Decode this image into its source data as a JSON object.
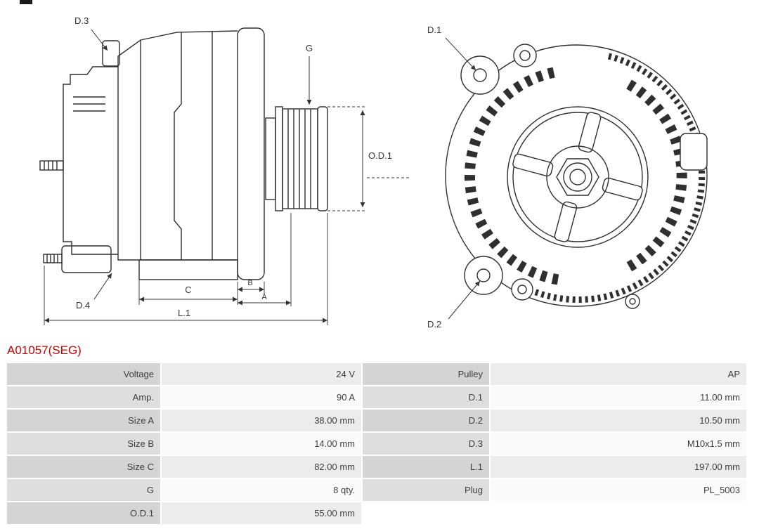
{
  "part_number": "A01057(SEG)",
  "colors": {
    "part_number_red": "#cc0000",
    "drawing_line": "#2f2f2f",
    "table_label_bg": "#d4d4d4",
    "table_value_bg_odd": "#ececec",
    "table_value_bg_even": "#fafafa"
  },
  "diagram": {
    "side_view_labels": {
      "d3": "D.3",
      "g": "G",
      "od1": "O.D.1",
      "d4": "D.4",
      "c": "C",
      "b": "B",
      "a": "A",
      "l1": "L.1"
    },
    "front_view_labels": {
      "d1": "D.1",
      "d2": "D.2"
    }
  },
  "table": {
    "rows": [
      {
        "l1": "Voltage",
        "v1": "24 V",
        "l2": "Pulley",
        "v2": "AP"
      },
      {
        "l1": "Amp.",
        "v1": "90 A",
        "l2": "D.1",
        "v2": "11.00 mm"
      },
      {
        "l1": "Size A",
        "v1": "38.00 mm",
        "l2": "D.2",
        "v2": "10.50 mm"
      },
      {
        "l1": "Size B",
        "v1": "14.00 mm",
        "l2": "D.3",
        "v2": "M10x1.5 mm"
      },
      {
        "l1": "Size C",
        "v1": "82.00 mm",
        "l2": "L.1",
        "v2": "197.00 mm"
      },
      {
        "l1": "G",
        "v1": "8 qty.",
        "l2": "Plug",
        "v2": "PL_5003"
      },
      {
        "l1": "O.D.1",
        "v1": "55.00 mm",
        "l2": "",
        "v2": ""
      }
    ]
  }
}
